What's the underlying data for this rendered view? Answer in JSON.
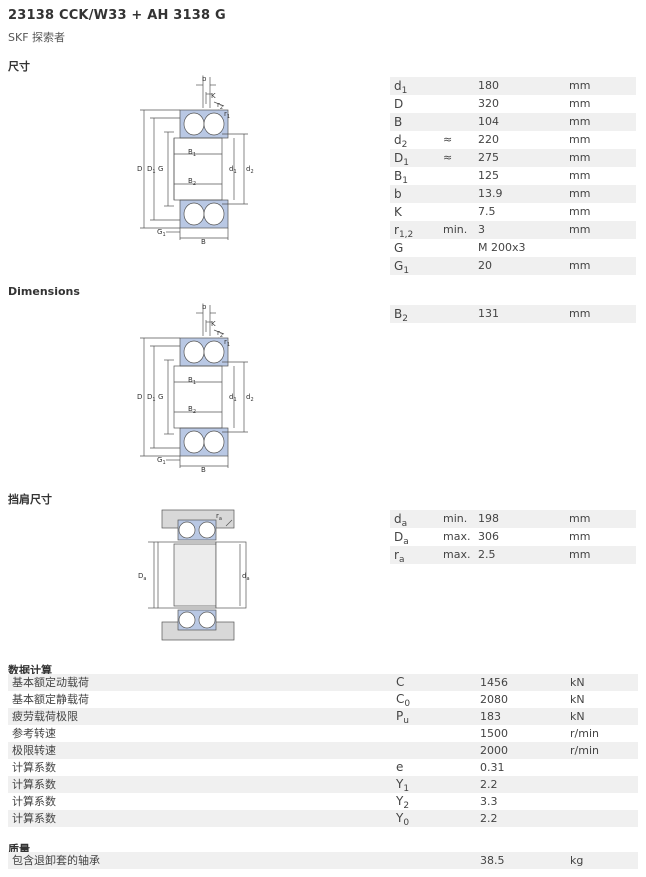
{
  "header": {
    "title": "23138 CCK/W33 + AH 3138 G",
    "subtitle": "SKF 探索者"
  },
  "sections": {
    "dimensions": "尺寸",
    "dimensions_en": "Dimensions",
    "abutment": "挡肩尺寸",
    "calc": "数据计算",
    "mass": "质量"
  },
  "drawing": {
    "b": "b",
    "K": "K",
    "r2": "r",
    "r2_sub": "2",
    "r1": "r",
    "r1_sub": "1",
    "D": "D",
    "D1": "D",
    "D1_sub": "1",
    "G": "G",
    "B1": "B",
    "B1_sub": "1",
    "B2": "B",
    "B2_sub": "2",
    "d1": "d",
    "d1_sub": "1",
    "d2": "d",
    "d2_sub": "2",
    "G1": "G",
    "G1_sub": "1",
    "B": "B",
    "ra": "r",
    "ra_sub": "a",
    "Da": "D",
    "Da_sub": "a",
    "da": "d",
    "da_sub": "a"
  },
  "dims": [
    {
      "s": "d",
      "sub": "1",
      "q": "",
      "v": "180",
      "u": "mm"
    },
    {
      "s": "D",
      "sub": "",
      "q": "",
      "v": "320",
      "u": "mm"
    },
    {
      "s": "B",
      "sub": "",
      "q": "",
      "v": "104",
      "u": "mm"
    },
    {
      "s": "d",
      "sub": "2",
      "q": "≈",
      "v": "220",
      "u": "mm"
    },
    {
      "s": "D",
      "sub": "1",
      "q": "≈",
      "v": "275",
      "u": "mm"
    },
    {
      "s": "B",
      "sub": "1",
      "q": "",
      "v": "125",
      "u": "mm"
    },
    {
      "s": "b",
      "sub": "",
      "q": "",
      "v": "13.9",
      "u": "mm"
    },
    {
      "s": "K",
      "sub": "",
      "q": "",
      "v": "7.5",
      "u": "mm"
    },
    {
      "s": "r",
      "sub": "1,2",
      "q": "min.",
      "v": "3",
      "u": "mm"
    },
    {
      "s": "G",
      "sub": "",
      "q": "",
      "v": "M 200x3",
      "u": ""
    },
    {
      "s": "G",
      "sub": "1",
      "q": "",
      "v": "20",
      "u": "mm"
    }
  ],
  "dims2": [
    {
      "s": "B",
      "sub": "2",
      "q": "",
      "v": "131",
      "u": "mm"
    }
  ],
  "abut": [
    {
      "s": "d",
      "sub": "a",
      "q": "min.",
      "v": "198",
      "u": "mm"
    },
    {
      "s": "D",
      "sub": "a",
      "q": "max.",
      "v": "306",
      "u": "mm"
    },
    {
      "s": "r",
      "sub": "a",
      "q": "max.",
      "v": "2.5",
      "u": "mm"
    }
  ],
  "calc": [
    {
      "l": "基本额定动载荷",
      "s": "C",
      "sub": "",
      "v": "1456",
      "u": "kN"
    },
    {
      "l": "基本额定静载荷",
      "s": "C",
      "sub": "0",
      "v": "2080",
      "u": "kN"
    },
    {
      "l": "疲劳载荷极限",
      "s": "P",
      "sub": "u",
      "v": "183",
      "u": "kN"
    },
    {
      "l": "参考转速",
      "s": "",
      "sub": "",
      "v": "1500",
      "u": "r/min"
    },
    {
      "l": "极限转速",
      "s": "",
      "sub": "",
      "v": "2000",
      "u": "r/min"
    },
    {
      "l": "计算系数",
      "s": "e",
      "sub": "",
      "v": "0.31",
      "u": ""
    },
    {
      "l": "计算系数",
      "s": "Y",
      "sub": "1",
      "v": "2.2",
      "u": ""
    },
    {
      "l": "计算系数",
      "s": "Y",
      "sub": "2",
      "v": "3.3",
      "u": ""
    },
    {
      "l": "计算系数",
      "s": "Y",
      "sub": "0",
      "v": "2.2",
      "u": ""
    }
  ],
  "mass": [
    {
      "l": "包含退卸套的轴承",
      "s": "",
      "sub": "",
      "v": "38.5",
      "u": "kg"
    }
  ],
  "colors": {
    "shade": "#f0f0f0",
    "bearing": "#b9c8e4",
    "housing": "#d8d8d8"
  }
}
